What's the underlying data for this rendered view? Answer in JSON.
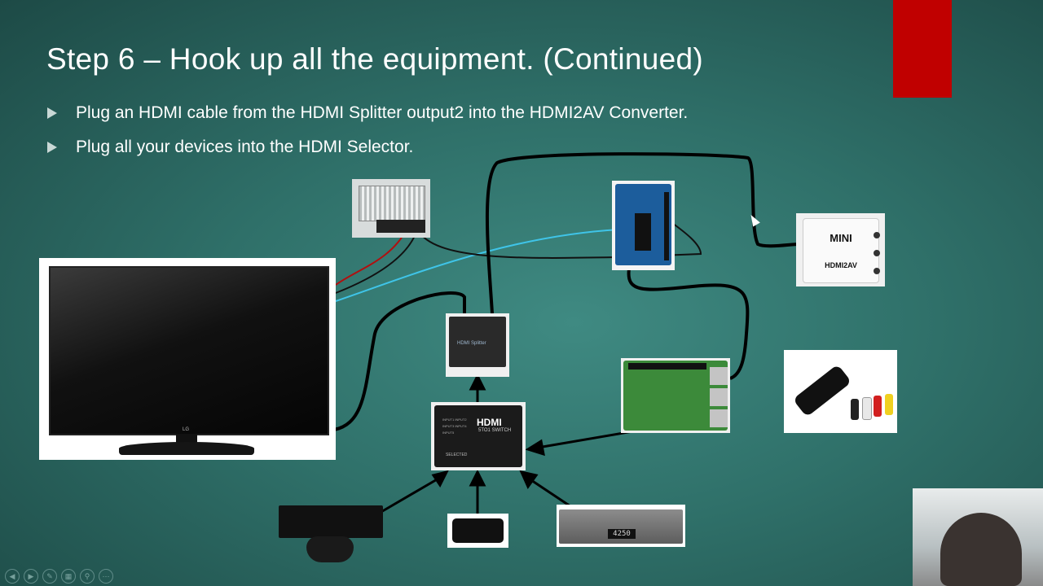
{
  "slide": {
    "title": "Step 6 – Hook up all the equipment. (Continued)",
    "bullets": [
      "Plug an HDMI cable from the HDMI Splitter output2 into the HDMI2AV Converter.",
      "Plug all your devices into the HDMI Selector."
    ]
  },
  "devices": {
    "converter": {
      "line1": "MINI",
      "line2": "HDMI2AV"
    },
    "splitter": {
      "label": "HDMI Splitter"
    },
    "selector": {
      "brand": "HDMI",
      "model": "5TO1 SWITCH",
      "inputs": "INPUT1 INPUT2 INPUT3 INPUT4 INPUT5",
      "selected": "SELECTED"
    },
    "cablebox": {
      "display": "4250"
    },
    "tv": {
      "logo": "LG"
    }
  },
  "colors": {
    "accent": "#c00000",
    "wire": "#000000",
    "usb_wire": "#3fc4e8",
    "power_wire": "#b01010"
  },
  "nav_icons": [
    "prev-icon",
    "next-icon",
    "pen-icon",
    "slides-icon",
    "zoom-icon",
    "more-icon"
  ]
}
